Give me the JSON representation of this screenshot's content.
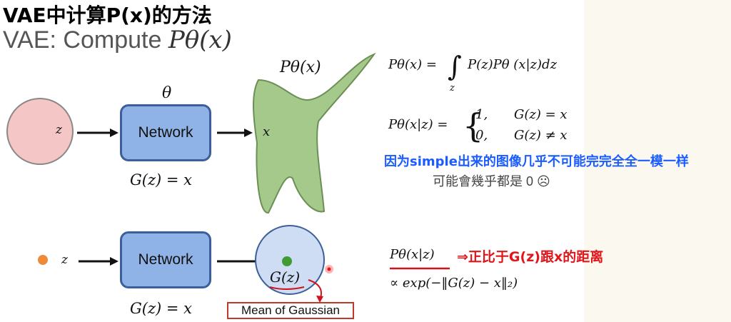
{
  "handwritten_title": "VAE中计算P(x)的方法",
  "slide_title": {
    "prefix": "VAE: Compute ",
    "math": "Pθ(x)"
  },
  "top_diagram": {
    "z_label": "z",
    "theta_label": "θ",
    "network_label": "Network",
    "g_eq": "G(z) = x",
    "shape_label": "Pθ(x)",
    "x_label": "x"
  },
  "bottom_diagram": {
    "z_label": "z",
    "network_label": "Network",
    "g_eq": "G(z) = x",
    "gz_label": "G(z)",
    "mean_box": "Mean of Gaussian"
  },
  "formulas": {
    "integral_lhs": "Pθ(x) =",
    "integral_rhs": "P(z)Pθ (x|z)dz",
    "integral_sub": "z",
    "cond_lhs": "Pθ(x|z) =",
    "case1_val": "1,",
    "case1_cond": "G(z) = x",
    "case2_val": "0,",
    "case2_cond": "G(z) ≠ x",
    "gauss_lhs": "Pθ(x|z)",
    "gauss_rhs": "∝ exp(−‖G(z) − x‖₂)"
  },
  "notes": {
    "blue": "因为simple出来的图像几乎不可能完完全全一模一样",
    "gray": "可能會幾乎都是 0 ☹",
    "red": "⇒正比于G(z)跟x的距离"
  },
  "colors": {
    "z_circle_fill": "#f5c6c6",
    "network_fill": "#8fb3e6",
    "shape_fill": "#a5c98a",
    "gaussian_fill": "#cfddf4",
    "dot_green": "#3f9c35",
    "dot_orange": "#ee8a3a",
    "note_blue": "#1a5cff",
    "note_red": "#e0161b"
  }
}
